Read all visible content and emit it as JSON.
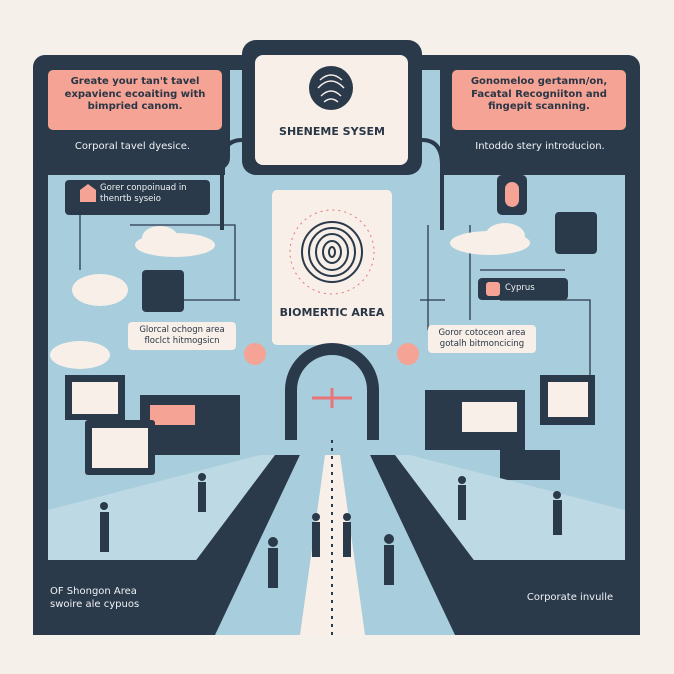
{
  "colors": {
    "navy": "#2b3a4b",
    "sky": "#a8cddc",
    "pink": "#f4a394",
    "cream": "#f7efe8",
    "accent": "#e9747a"
  },
  "left_panel": {
    "callout": "Greate your tan't tavel expavienc ecoaiting with bimpried canom.",
    "caption": "Corporal tavel dyesice."
  },
  "right_panel": {
    "callout": "Gonomeloo gertamn/on, Facatal Recogniiton and fingepit scanning.",
    "caption": "Intoddo stery introducion."
  },
  "center_card": {
    "title": "SHENEME SYSEM",
    "icon": "fingerprint-icon"
  },
  "biometric_panel": {
    "title": "BIOMERTIC AREA",
    "icon": "fingerprint-icon"
  },
  "labels": {
    "home_box": "Gorer conpoinuad in thenrtb syseio",
    "left_area": "Glorcal ochogn area floclct hitmogsicn",
    "right_area": "Goror cotoceon area gotalh bitmoncicing",
    "cyprus": "Cyprus"
  },
  "footer": {
    "left": "OF Shongon Area swoire ale cypuos",
    "right": "Corporate invulle"
  }
}
